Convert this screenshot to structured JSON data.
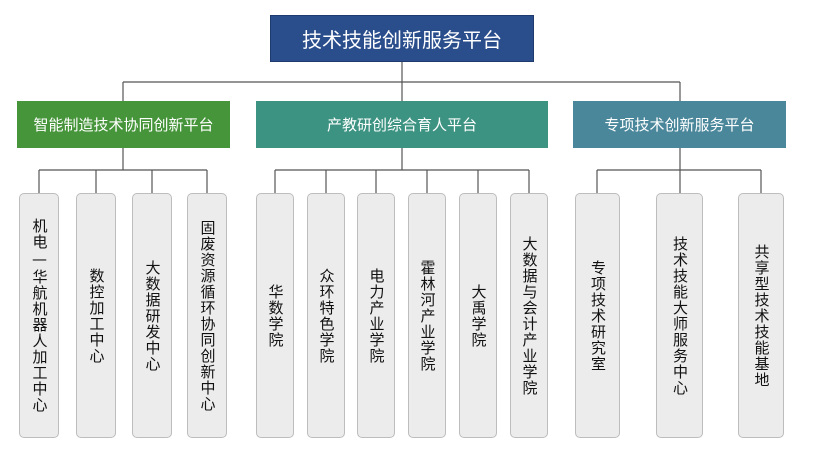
{
  "root": {
    "label": "技术技能创新服务平台"
  },
  "platforms": [
    {
      "label": "智能制造技术协同创新平台",
      "color": "#47953b",
      "units": [
        "机电—华航机器人加工中心",
        "数控加工中心",
        "大数据研发中心",
        "固废资源循环协同创新中心"
      ]
    },
    {
      "label": "产教研创综合育人平台",
      "color": "#3d9382",
      "units": [
        "华数学院",
        "众环特色学院",
        "电力产业学院",
        "霍林河产业学院",
        "大禹学院",
        "大数据与会计产业学院"
      ]
    },
    {
      "label": "专项技术创新服务平台",
      "color": "#4b879b",
      "units": [
        "专项技术研究室",
        "技术技能大师服务中心",
        "共享型技术技能基地"
      ]
    }
  ]
}
